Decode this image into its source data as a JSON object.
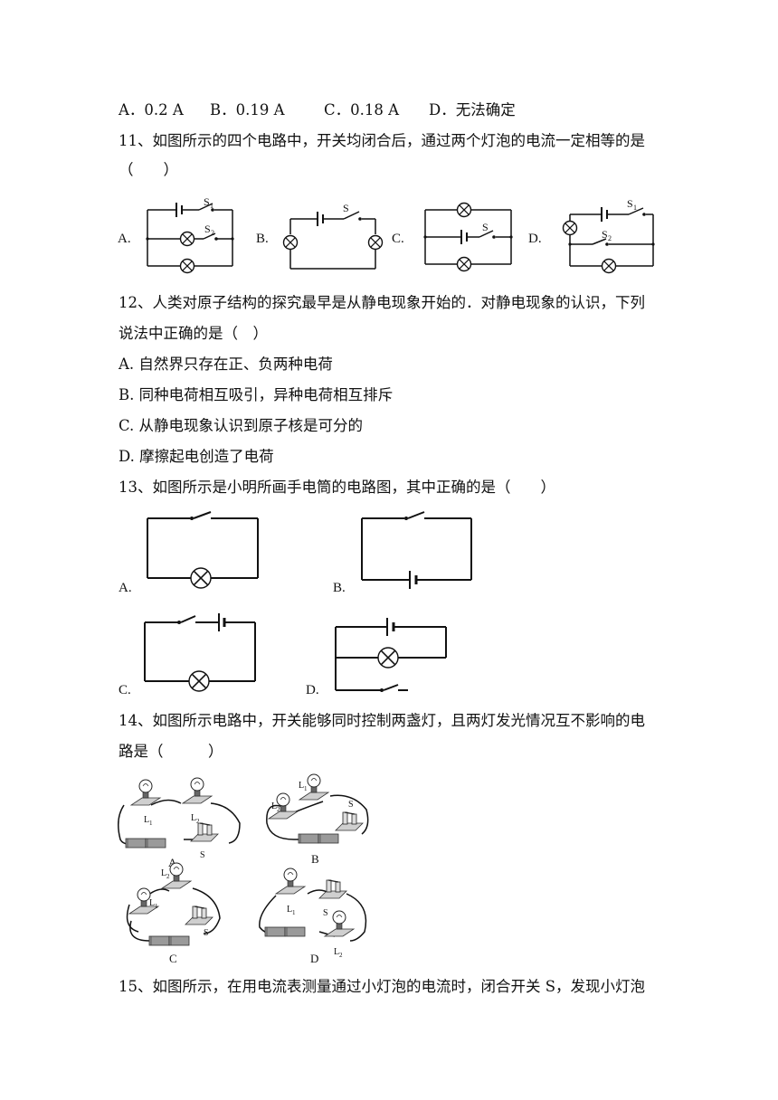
{
  "q10": {
    "options": [
      "A．0.2 A",
      "B．0.19 A",
      "C．0.18 A",
      "D．无法确定"
    ]
  },
  "q11": {
    "stem": "11、如图所示的四个电路中，开关均闭合后，通过两个灯泡的电流一定相等的是",
    "paren": "（　　）",
    "labels": [
      "A.",
      "B.",
      "C.",
      "D."
    ],
    "switches": {
      "s1": "S",
      "s1sub": "1",
      "s2": "S",
      "s2sub": "2",
      "s": "S"
    }
  },
  "q12": {
    "stem1": "12、人类对原子结构的探究最早是从静电现象开始的．对静电现象的认识，下列",
    "stem2": "说法中正确的是（　）",
    "options": [
      "A. 自然界只存在正、负两种电荷",
      "B. 同种电荷相互吸引，异种电荷相互排斥",
      "C. 从静电现象认识到原子核是可分的",
      "D. 摩擦起电创造了电荷"
    ]
  },
  "q13": {
    "stem": "13、如图所示是小明所画手电筒的电路图，其中正确的是（　　）",
    "labels": [
      "A.",
      "B.",
      "C.",
      "D."
    ]
  },
  "q14": {
    "stem1": "14、如图所示电路中，开关能够同时控制两盏灯，且两灯发光情况互不影响的电",
    "stem2": "路是（　　　）",
    "captions": [
      "A",
      "B",
      "C",
      "D"
    ],
    "parts": {
      "l": "L",
      "sub1": "1",
      "sub2": "2",
      "s": "S"
    }
  },
  "q15": {
    "stem": "15、如图所示，在用电流表测量通过小灯泡的电流时，闭合开关 S，发现小灯泡"
  }
}
